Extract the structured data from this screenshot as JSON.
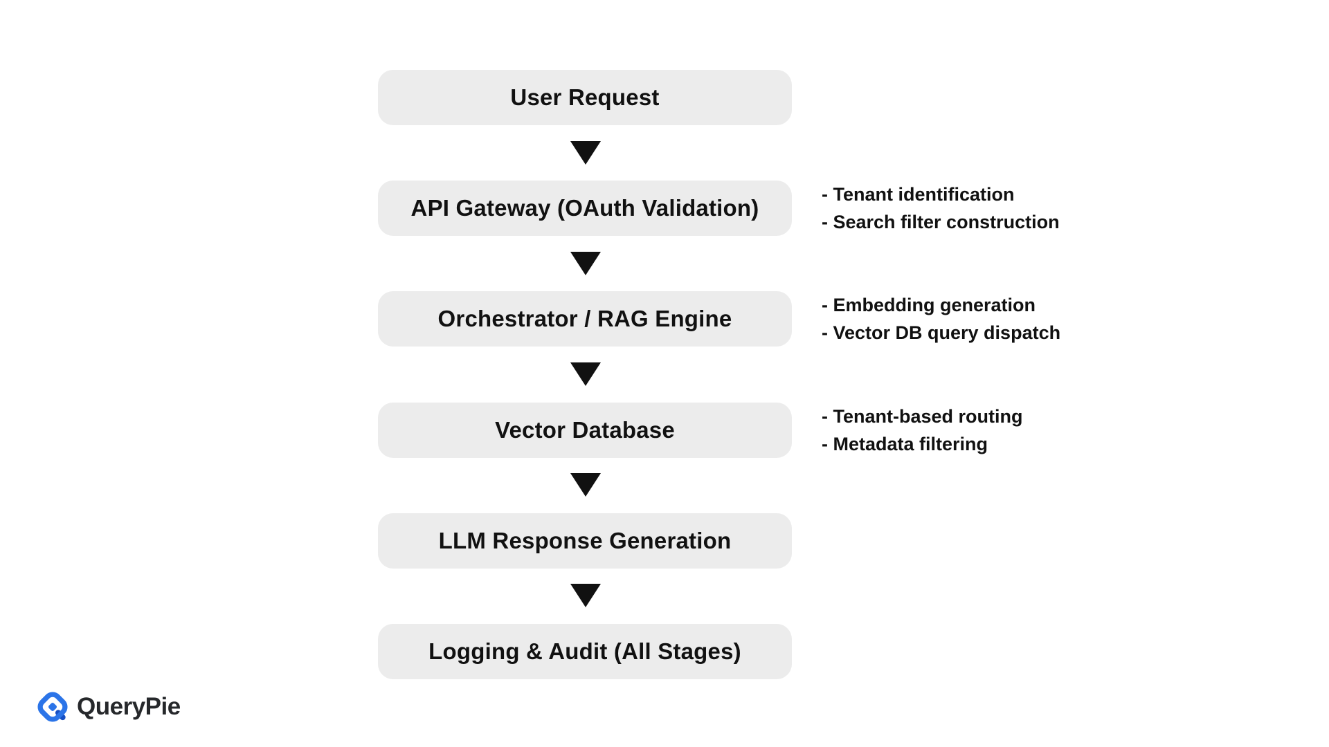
{
  "page": {
    "background_color": "#FFFFFF"
  },
  "flow": {
    "box_fill_color": "#ECECEC",
    "box_text_color": "#111111",
    "arrow_color": "#111111",
    "steps": [
      {
        "label": "User Request",
        "notes": []
      },
      {
        "label": "API Gateway (OAuth Validation)",
        "notes": [
          "- Tenant identification",
          "- Search filter construction"
        ]
      },
      {
        "label": "Orchestrator / RAG Engine",
        "notes": [
          "- Embedding generation",
          "- Vector DB query dispatch"
        ]
      },
      {
        "label": "Vector Database",
        "notes": [
          "- Tenant-based routing",
          "- Metadata filtering"
        ]
      },
      {
        "label": "LLM Response Generation",
        "notes": []
      },
      {
        "label": "Logging & Audit (All Stages)",
        "notes": []
      }
    ]
  },
  "footer": {
    "logo_text": "QueryPie",
    "logo_blue": "#2B74E8",
    "logo_tail_blue": "#164FC4",
    "logo_text_color": "#26282B"
  }
}
